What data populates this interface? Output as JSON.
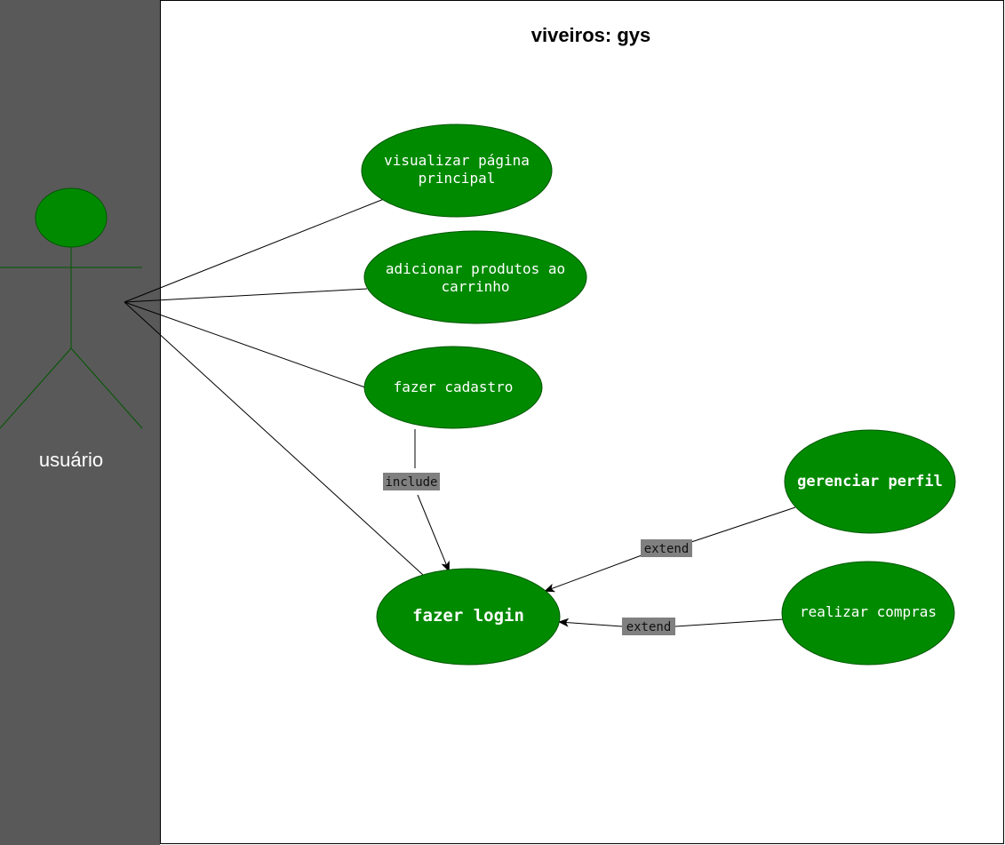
{
  "diagram": {
    "title": "viveiros: gys",
    "actor": {
      "label": "usuário"
    },
    "use_cases": {
      "visualizar": [
        "visualizar página",
        "principal"
      ],
      "adicionar": [
        "adicionar produtos ao",
        "carrinho"
      ],
      "cadastro": "fazer cadastro",
      "login": "fazer login",
      "perfil": "gerenciar perfil",
      "compras": "realizar compras"
    },
    "relations": {
      "include": "include",
      "extend_perfil": "extend",
      "extend_compras": "extend"
    },
    "colors": {
      "actor_lane": "#595959",
      "use_case_fill": "#008a00",
      "use_case_stroke": "#005700",
      "label_bg": "#808080"
    }
  }
}
